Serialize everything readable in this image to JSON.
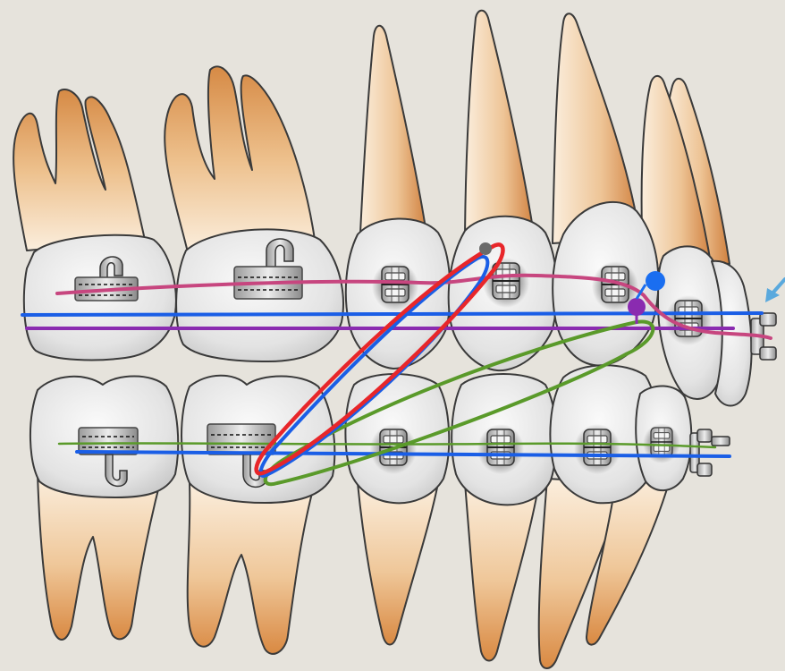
{
  "diagram": {
    "subject": "orthodontic-teeth-with-brackets-and-elastics",
    "colors": {
      "background": "#e6e3dc",
      "crown": "#e8e8e8",
      "crown_shade": "#c9c9c9",
      "root_light": "#f8e4cc",
      "root_dark": "#d98f4c",
      "outline": "#3a3a3a",
      "pink_wire": "#c7467f",
      "blue_wire": "#1a5ee6",
      "purple_wire": "#8a2bb0",
      "red_elastic": "#e8262a",
      "blue_elastic": "#1a5ee6",
      "green_elastic": "#5a9a2a",
      "arrow": "#5aa9dd",
      "blue_dot": "#1a6ef0",
      "purple_dot": "#8a2bb0",
      "gray_dot": "#6a6a6a"
    },
    "elements": [
      "upper-molar-1",
      "upper-molar-2",
      "upper-premolar-1",
      "upper-premolar-2",
      "upper-canine",
      "upper-incisor",
      "lower-molar-1",
      "lower-molar-2",
      "lower-premolar-1",
      "lower-premolar-2",
      "lower-canine",
      "lower-incisor"
    ]
  }
}
